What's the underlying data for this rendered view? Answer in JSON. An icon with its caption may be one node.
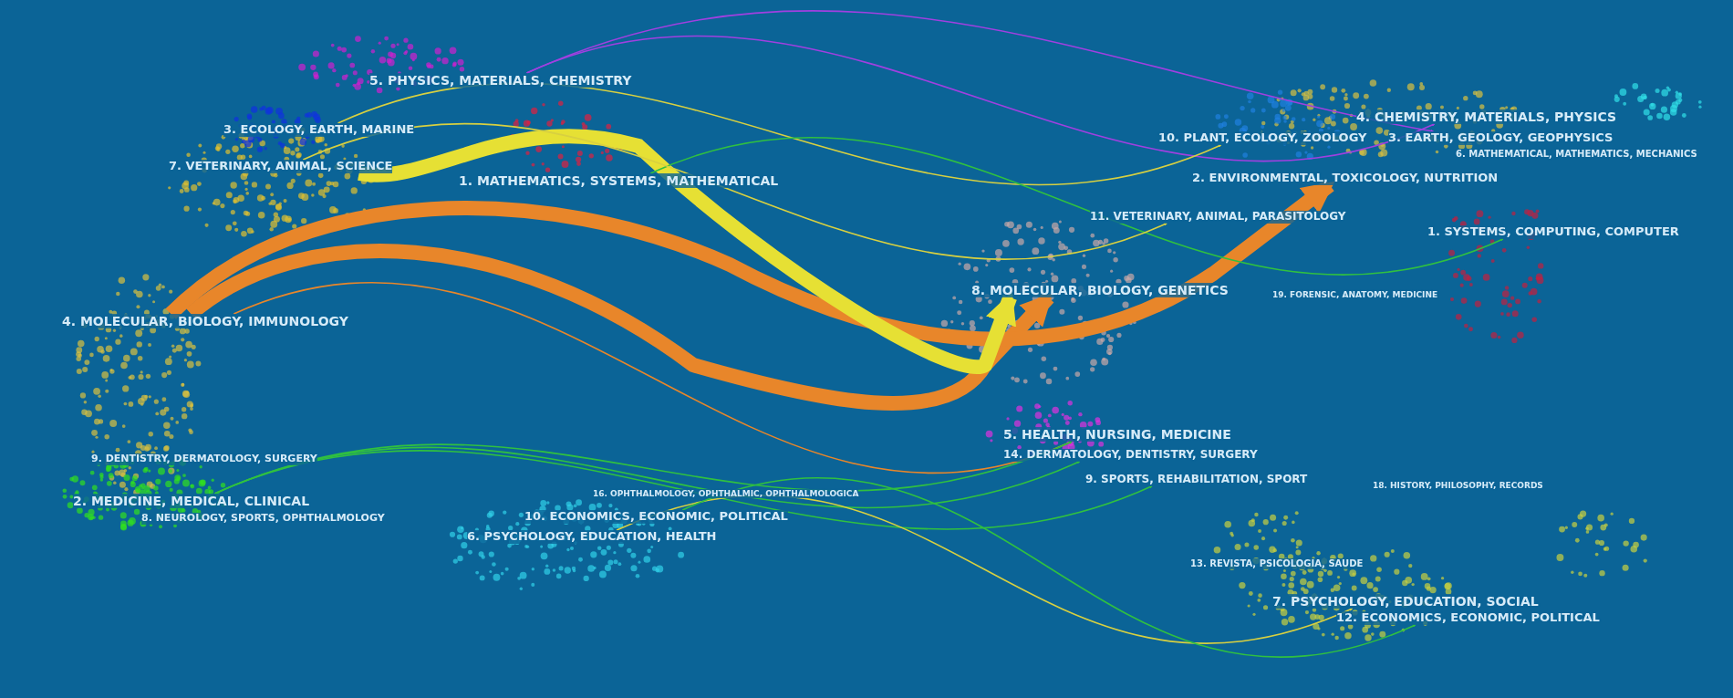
{
  "diagram": {
    "nodes": [
      {
        "text": [
          "5. PHYSICS, MATERIALS, CHEMISTRY"
        ]
      },
      {
        "text": [
          "3. ECOLOGY, EARTH, MARINE"
        ]
      },
      {
        "text": [
          "7. VETERINARY, ANIMAL, SCIENCE"
        ]
      },
      {
        "text": [
          "1. MATHEMATICS, SYSTEMS, MATHEMATICAL"
        ]
      },
      {
        "text": [
          "4. MOLECULAR, BIOLOGY, IMMUNOLOGY"
        ]
      },
      {
        "text": [
          "9. DENTISTRY, DERMATOLOGY, SURGERY"
        ]
      },
      {
        "text": [
          "2. MEDICINE, MEDICAL, CLINICAL"
        ]
      },
      {
        "text": [
          "8. NEUROLOGY, SPORTS, OPHTHALMOLOGY"
        ]
      },
      {
        "text": [
          "16. OPHTHALMOLOGY, OPHTHALMIC, OPHTHALMOLOGICA"
        ]
      },
      {
        "text": [
          "10. ECONOMICS, ECONOMIC, POLITICAL"
        ]
      },
      {
        "text": [
          "6. PSYCHOLOGY, EDUCATION, HEALTH"
        ]
      },
      {
        "text": [
          "4. CHEMISTRY, MATERIALS, PHYSICS"
        ]
      },
      {
        "text": [
          "6. MATHEMATICAL, MATHEMATICS, MECHANICS"
        ]
      },
      {
        "text": [
          "10. PLANT, ECOLOGY, ZOOLOGY"
        ]
      },
      {
        "text": [
          "3. EARTH, GEOLOGY, GEOPHYSICS"
        ]
      },
      {
        "text": [
          "2. ENVIRONMENTAL, TOXICOLOGY, NUTRITION"
        ]
      },
      {
        "text": [
          "11. VETERINARY, ANIMAL, PARASITOLOGY"
        ]
      },
      {
        "text": [
          "1. SYSTEMS, COMPUTING, COMPUTER"
        ]
      },
      {
        "text": [
          "19. FORENSIC, ANATOMY, MEDICINE"
        ]
      },
      {
        "text": [
          "8. MOLECULAR, BIOLOGY, GENETICS"
        ]
      },
      {
        "text": [
          "5. HEALTH, NURSING, MEDICINE"
        ]
      },
      {
        "text": [
          "14. DERMATOLOGY, DENTISTRY, SURGERY"
        ]
      },
      {
        "text": [
          "9. SPORTS, REHABILITATION, SPORT"
        ]
      },
      {
        "text": [
          "18. HISTORY, PHILOSOPHY, RECORDS"
        ]
      },
      {
        "text": [
          "13. REVISTA, PSICOLOGIA, SAUDE"
        ]
      },
      {
        "text": [
          "7. PSYCHOLOGY, EDUCATION, SOCIAL"
        ]
      },
      {
        "text": [
          "12. ECONOMICS, ECONOMIC, POLITICAL"
        ]
      }
    ],
    "edges": [
      {
        "from": 4,
        "to": 19,
        "arrow": "to",
        "style": "thick",
        "color": "#e8862a"
      },
      {
        "from": 4,
        "to": 15,
        "arrow": "to",
        "style": "thick",
        "color": "#e8862a"
      },
      {
        "from": 2,
        "to": 19,
        "arrow": "to",
        "style": "thick",
        "color": "#e6e034"
      },
      {
        "from": 0,
        "to": 11,
        "arrow": "to",
        "color": "#a040e0"
      },
      {
        "from": 0,
        "to": 14,
        "arrow": "to",
        "color": "#a040e0"
      },
      {
        "from": 1,
        "to": 13,
        "arrow": "to",
        "color": "#d8d040"
      },
      {
        "from": 3,
        "to": 17,
        "arrow": "to",
        "color": "#30c040"
      },
      {
        "from": 2,
        "to": 16,
        "arrow": "to",
        "color": "#d8d040"
      },
      {
        "from": 4,
        "to": 20,
        "arrow": "to",
        "color": "#e8862a"
      },
      {
        "from": 6,
        "to": 20,
        "arrow": "to",
        "color": "#30c040"
      },
      {
        "from": 6,
        "to": 21,
        "arrow": "to",
        "color": "#30c040"
      },
      {
        "from": 6,
        "to": 22,
        "arrow": "to",
        "color": "#30c040"
      },
      {
        "from": 10,
        "to": 25,
        "arrow": "to",
        "color": "#d8d040"
      },
      {
        "from": 9,
        "to": 26,
        "arrow": "to",
        "color": "#30c040"
      }
    ]
  }
}
